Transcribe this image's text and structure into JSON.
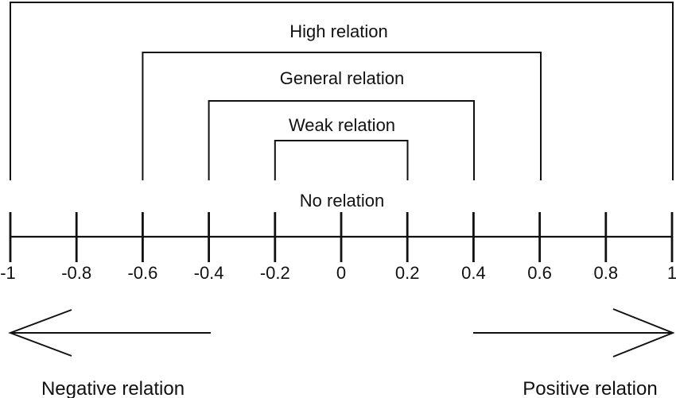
{
  "figure": {
    "description": "Correlation coefficient interpretation diagram",
    "background_color": "#ffffff",
    "line_color": "#111111",
    "brackets": [
      {
        "label": "High relation",
        "from": -1,
        "to": 1
      },
      {
        "label": "General relation",
        "from": -0.6,
        "to": 0.6
      },
      {
        "label": "Weak relation",
        "from": -0.4,
        "to": 0.4
      },
      {
        "label": "No relation",
        "from": -0.2,
        "to": 0.2
      }
    ],
    "axis": {
      "min": -1,
      "max": 1,
      "tick_step": 0.2,
      "tick_labels": [
        "-1",
        "-0.8",
        "-0.6",
        "-0.4",
        "-0.2",
        "0",
        "0.2",
        "0.4",
        "0.6",
        "0.8",
        "1"
      ]
    },
    "arrows": {
      "left_label": "Negative relation",
      "right_label": "Positive relation"
    }
  }
}
